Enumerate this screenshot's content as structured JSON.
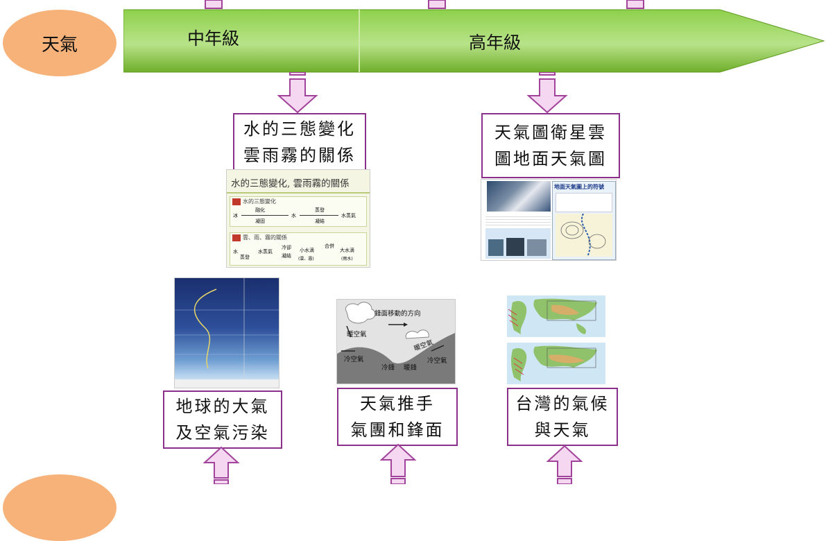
{
  "topic_label": "天氣",
  "timeline": {
    "middle_grade": "中年級",
    "upper_grade": "高年級"
  },
  "upper_boxes": {
    "water_states": "水的三態變化\n雲雨霧的關係",
    "weather_maps": "天氣圖衛星雲\n圖地面天氣圖"
  },
  "lower_boxes": {
    "atmosphere": "地球的大氣\n及空氣污染",
    "air_masses": "天氣推手\n氣團和鋒面",
    "taiwan_climate": "台灣的氣候\n與天氣"
  },
  "thumbnails": {
    "water_slide": {
      "title": "水的三態變化, 雲雨霧的關係",
      "section1": "水的三態變化",
      "section2": "雲、雨、霧的關係",
      "row1": [
        "冰",
        "融化",
        "凝固",
        "水",
        "蒸發",
        "凝結",
        "水蒸氣"
      ],
      "row2": [
        "水",
        "蒸發",
        "水蒸氣",
        "冷卻",
        "凝結",
        "小水滴",
        "(雲、霧)",
        "合併",
        "大水滴",
        "(雨水)"
      ]
    },
    "weather_map_slide": {
      "heading": "地面天氣圖上的符號"
    },
    "front_diagram": {
      "direction": "鋒面移動的方向",
      "warm_air_1": "暖空氣",
      "warm_air_2": "暖空氣",
      "cold_air_1": "冷空氣",
      "cold_air_2": "冷空氣",
      "cold_front": "冷鋒",
      "warm_front": "暖鋒"
    }
  },
  "colors": {
    "oval": "#f7b27a",
    "banner_green": "#8bc34a",
    "box_border": "#8a2f8a",
    "arrow_fill": "#f6d7f1",
    "arrow_stroke": "#a1439a"
  }
}
